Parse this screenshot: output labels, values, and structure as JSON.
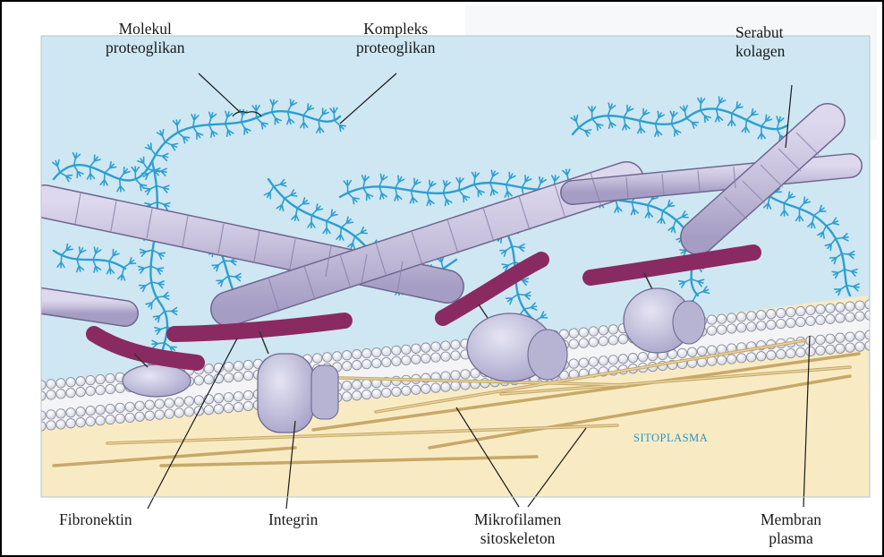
{
  "labels": {
    "molekul_line1": "Molekul",
    "molekul_line2": "proteoglikan",
    "kompleks_line1": "Kompleks",
    "kompleks_line2": "proteoglikan",
    "serabut_line1": "Serabut",
    "serabut_line2": "kolagen",
    "fibronektin": "Fibronektin",
    "integrin": "Integrin",
    "mikro_line1": "Mikrofilamen",
    "mikro_line2": "sitoskeleton",
    "membran_line1": "Membran",
    "membran_line2": "plasma",
    "sitoplasma": "SITOPLASMA"
  },
  "colors": {
    "extracellular": "#cfe7f2",
    "proteoglycan": "#2c9fd0",
    "collagen": "#c9c3dc",
    "collagen_stroke": "#6e6690",
    "fibronectin": "#8a2a62",
    "integrin": "#c5c2dc",
    "membrane": "#f4f4f6",
    "cytoplasm": "#f8ebc4",
    "microfilament": "#c8a868"
  }
}
